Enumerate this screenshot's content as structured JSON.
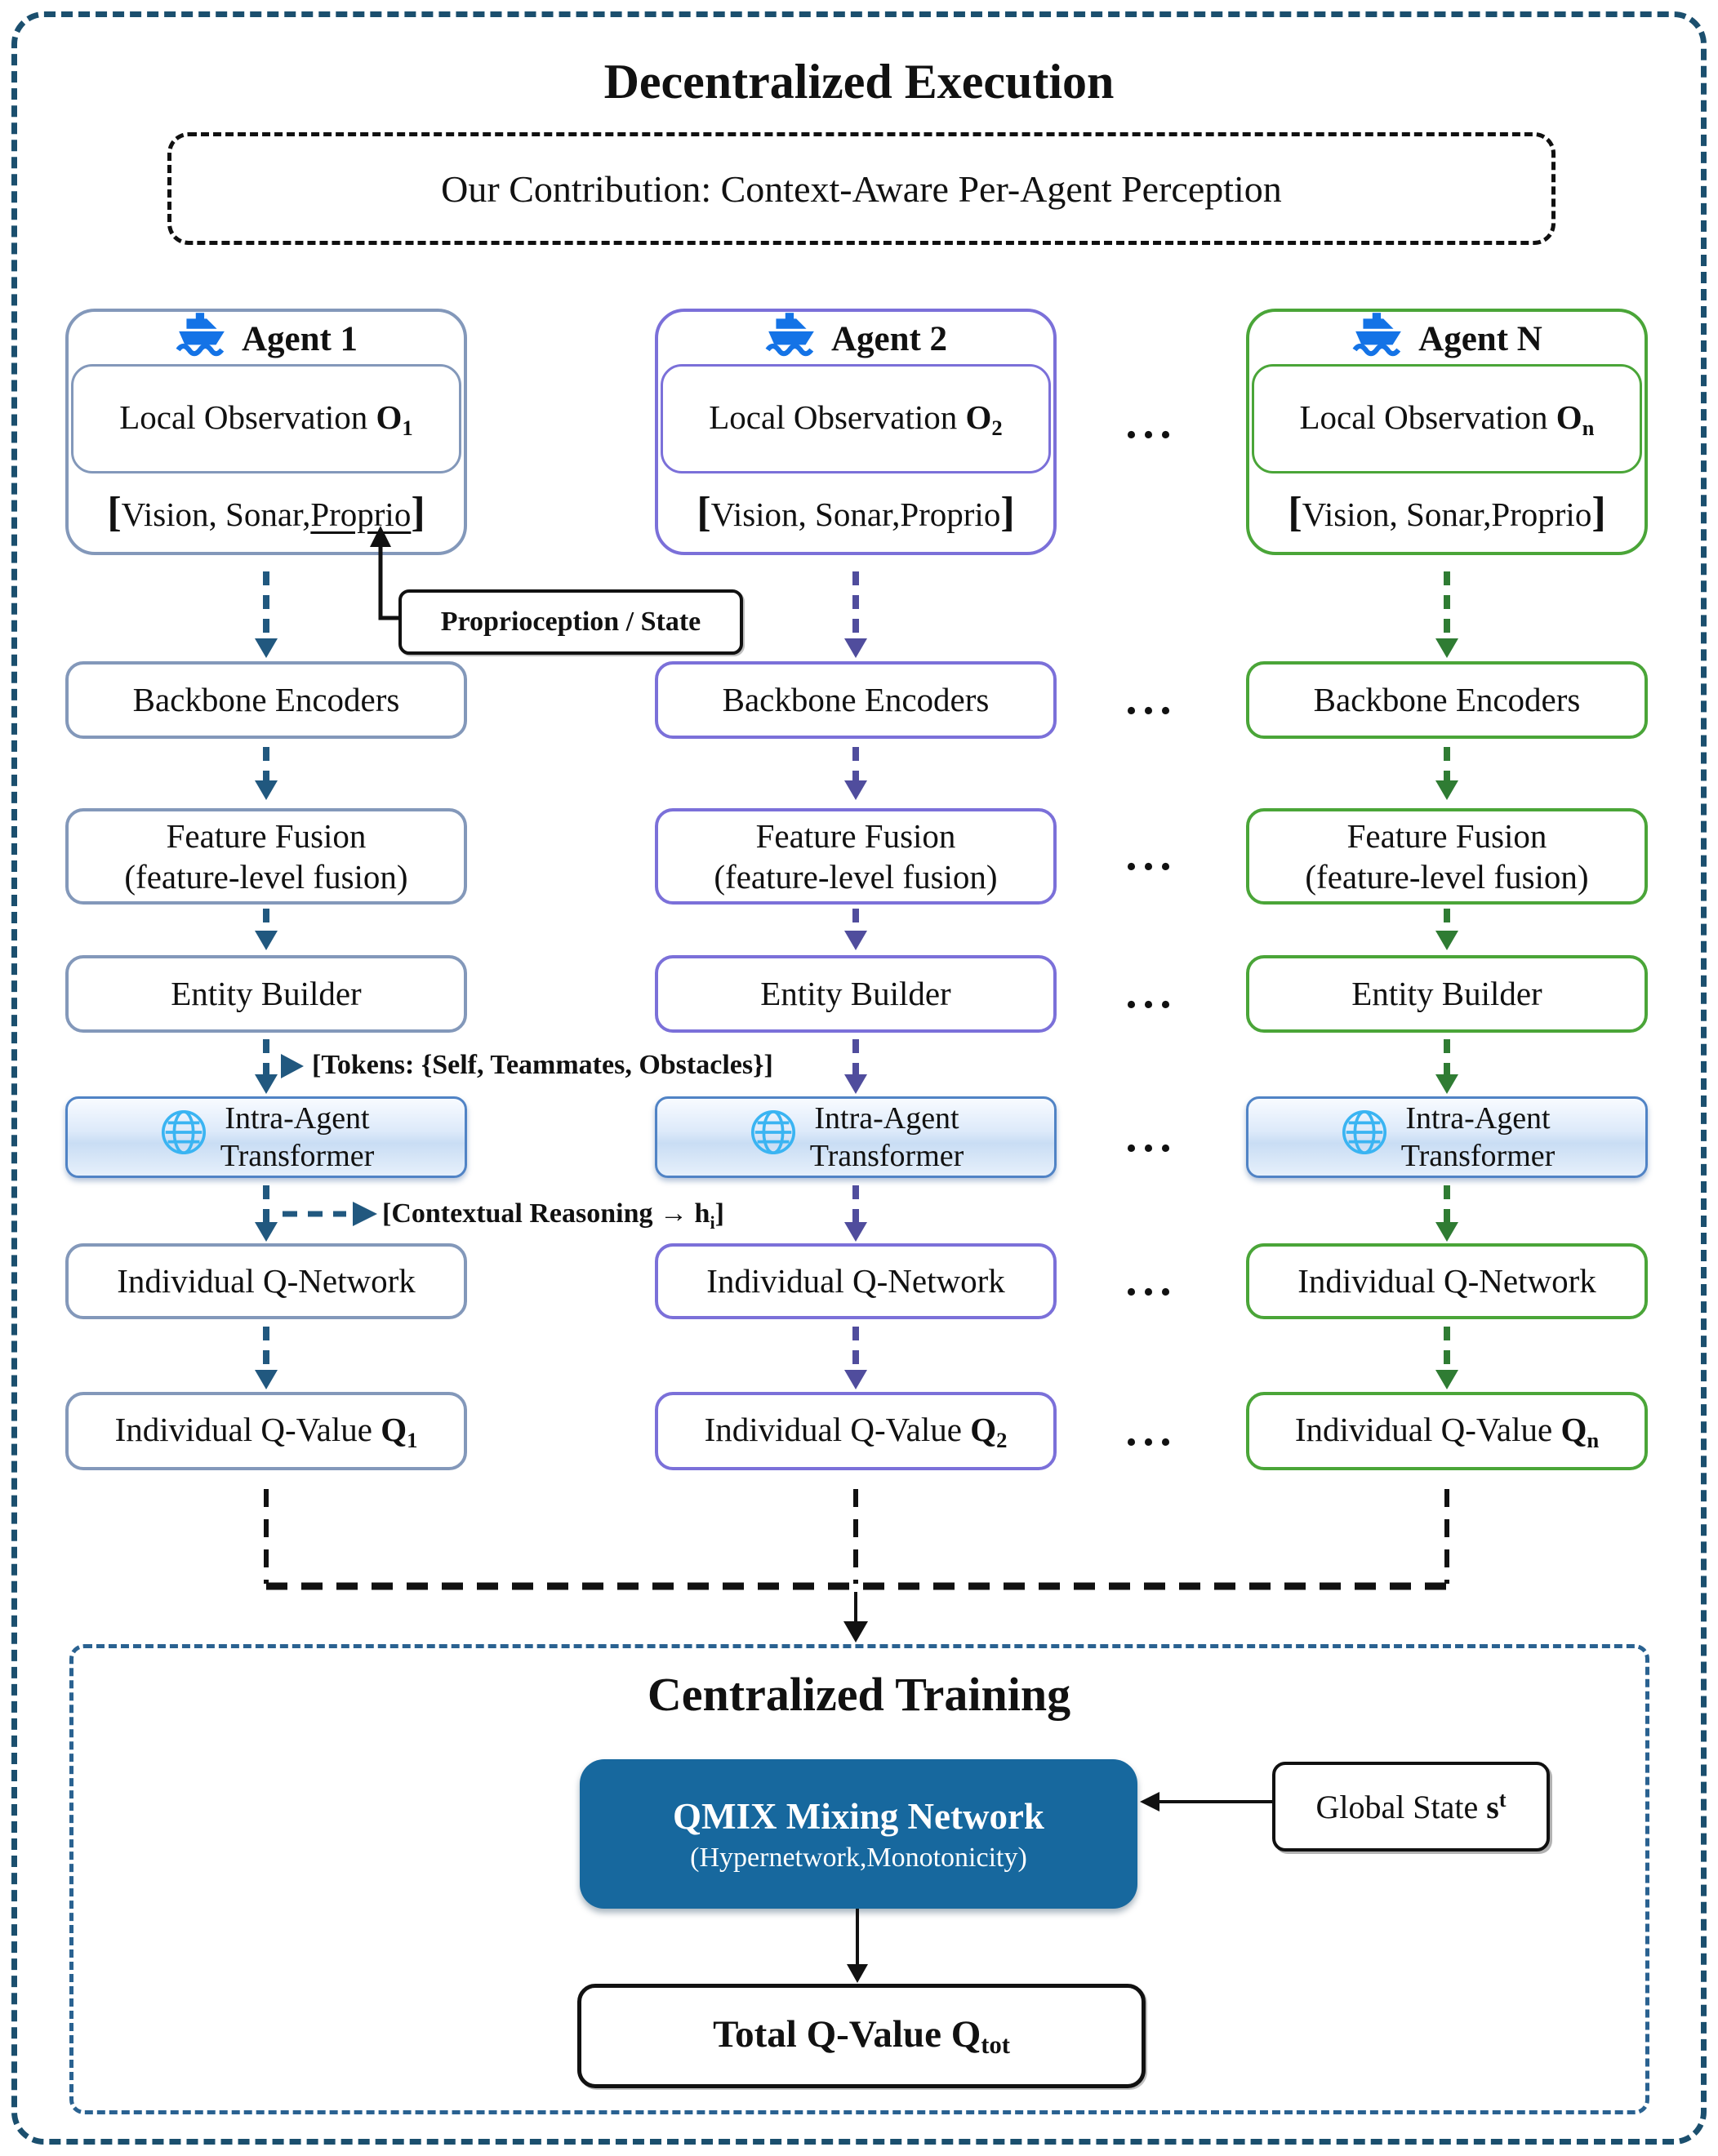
{
  "header": {
    "title": "Decentralized Execution",
    "contribution": "Our Contribution: Context-Aware Per-Agent Perception"
  },
  "agents": [
    {
      "name": "Agent 1",
      "obs_sub": "1",
      "qval_sub": "1"
    },
    {
      "name": "Agent 2",
      "obs_sub": "2",
      "qval_sub": "2"
    },
    {
      "name": "Agent N",
      "obs_sub": "n",
      "qval_sub": "n"
    }
  ],
  "pipeline": {
    "obs_label": "Local Observation",
    "obs_symbol": "O",
    "bracket_open": "[",
    "sensors_pre": "Vision, Sonar, ",
    "sensors_proprio": "Proprio",
    "bracket_close": "]",
    "backbone": "Backbone Encoders",
    "fusion_line1": "Feature Fusion",
    "fusion_line2": "(feature-level fusion)",
    "entity": "Entity Builder",
    "transformer_line1": "Intra-Agent",
    "transformer_line2": "Transformer",
    "qnet": "Individual Q-Network",
    "qval_label": "Individual Q-Value",
    "q_symbol": "Q"
  },
  "annotations": {
    "proprio_note": "Proprioception / State",
    "tokens": "[Tokens: {Self, Teammates, Obstacles}]",
    "contextual_pre": "[Contextual Reasoning → h",
    "contextual_sub": "i",
    "contextual_close": "]",
    "ellipsis": "..."
  },
  "training": {
    "title": "Centralized Training",
    "qmix_line1": "QMIX Mixing Network",
    "qmix_line2": "(Hypernetwork,Monotonicity)",
    "global_label": "Global State ",
    "global_symbol": "s",
    "global_sup": "t",
    "total_label": "Total Q-Value ",
    "total_symbol": "Q",
    "total_sub": "tot"
  },
  "colors": {
    "outer_border": "#1b4f6e",
    "central_border": "#2a6291",
    "agent1_border": "#8398ba",
    "agent2_border": "#7b70d9",
    "agent3_border": "#4aa538",
    "agent1_arrow": "#21587f",
    "agent2_arrow": "#504d9d",
    "agent3_arrow": "#2f7c33",
    "transformer_border": "#5083c5",
    "qmix_fill": "#17689e",
    "ship_icon": "#1473e6",
    "globe_icon": "#3ab4f2"
  }
}
